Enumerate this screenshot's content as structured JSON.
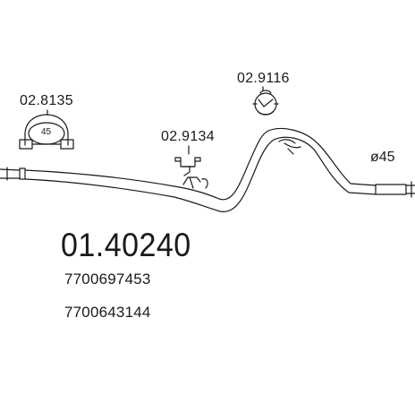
{
  "diagram": {
    "parts": [
      {
        "number": "02.8135"
      },
      {
        "number": "02.9134"
      },
      {
        "number": "02.9116"
      }
    ],
    "clamp_size": "45",
    "diameter": "ø45",
    "main_number": "01.40240",
    "oem_numbers": [
      "7700697453",
      "7700643144"
    ],
    "colors": {
      "line": "#1a1a1a",
      "background": "#ffffff"
    }
  }
}
